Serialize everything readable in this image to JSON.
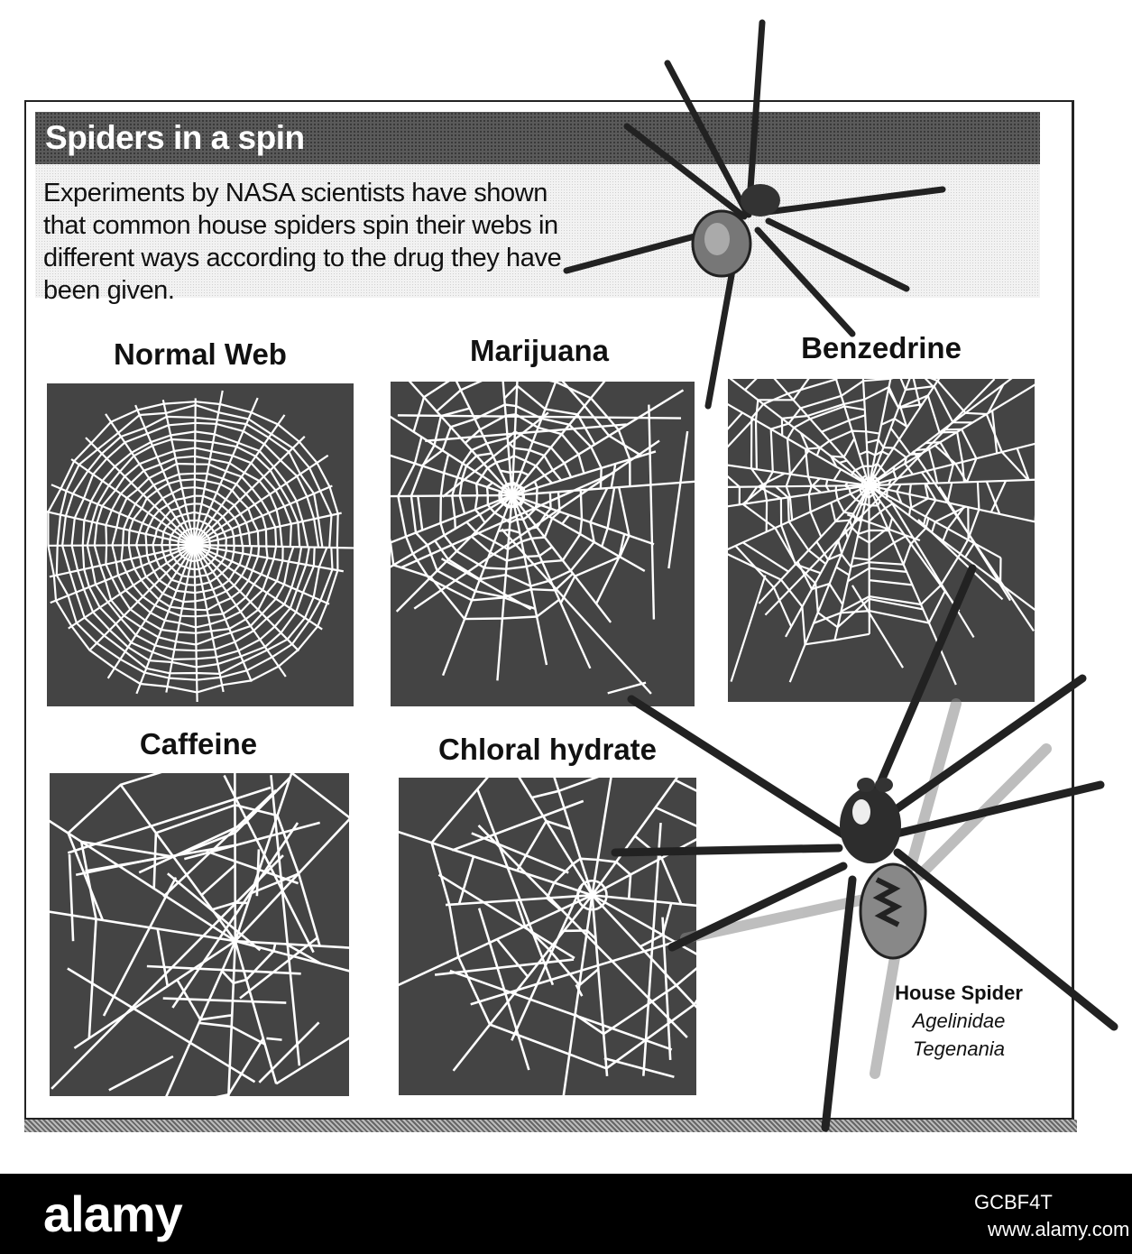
{
  "title": "Spiders in a spin",
  "intro": "Experiments by NASA scientists have shown that common house spiders spin their webs in different ways according to the drug they have been given.",
  "panels": [
    {
      "label": "Normal Web",
      "type": "normal"
    },
    {
      "label": "Marijuana",
      "type": "marijuana"
    },
    {
      "label": "Benzedrine",
      "type": "benzedrine"
    },
    {
      "label": "Caffeine",
      "type": "caffeine"
    },
    {
      "label": "Chloral hydrate",
      "type": "chloral"
    }
  ],
  "caption": {
    "name": "House Spider",
    "family": "Agelinidae",
    "genus": "Tegenania"
  },
  "watermark": {
    "brand": "alamy",
    "image_id": "GCBF4T",
    "url": "www.alamy.com"
  },
  "colors": {
    "panel_bg": "#444444",
    "web": "#ffffff",
    "footer": "#000000"
  }
}
